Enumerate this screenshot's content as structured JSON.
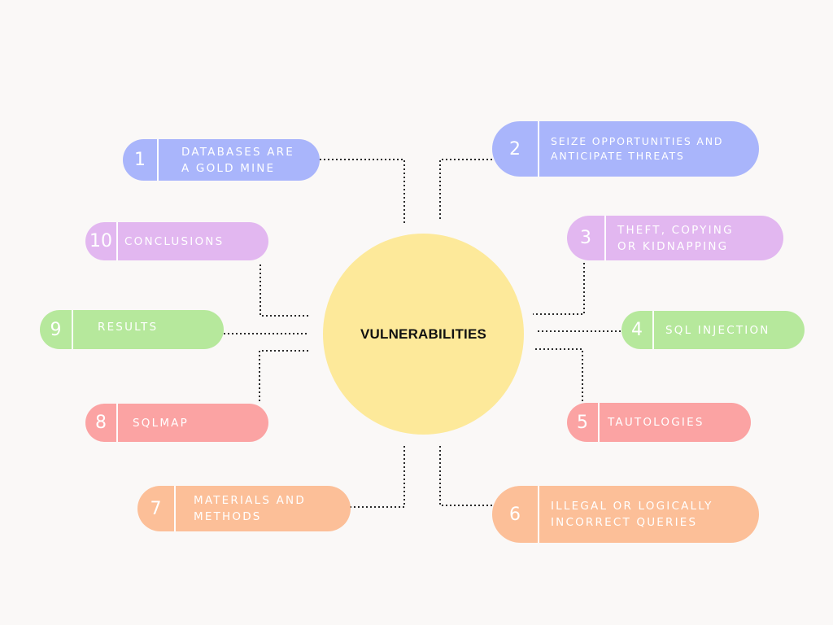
{
  "center": {
    "label": "VULNERABILITIES"
  },
  "colors": {
    "background": "#faf8f7",
    "center": "#fde99a",
    "blue": "#a9b5fb",
    "purple": "#e2b7f0",
    "green": "#b6e89c",
    "red": "#fba3a3",
    "orange": "#fcbf98"
  },
  "items": [
    {
      "number": "1",
      "label": "DATABASES ARE\nA GOLD MINE",
      "color": "blue"
    },
    {
      "number": "2",
      "label": "SEIZE OPPORTUNITIES AND\nANTICIPATE THREATS",
      "color": "blue"
    },
    {
      "number": "3",
      "label": "THEFT, COPYING\nOR KIDNAPPING",
      "color": "purple"
    },
    {
      "number": "4",
      "label": "SQL INJECTION",
      "color": "green"
    },
    {
      "number": "5",
      "label": "TAUTOLOGIES",
      "color": "red"
    },
    {
      "number": "6",
      "label": "ILLEGAL OR LOGICALLY\nINCORRECT QUERIES",
      "color": "orange"
    },
    {
      "number": "7",
      "label": "MATERIALS AND\nMETHODS",
      "color": "orange"
    },
    {
      "number": "8",
      "label": "SQLMAP",
      "color": "red"
    },
    {
      "number": "9",
      "label": "RESULTS",
      "color": "green"
    },
    {
      "number": "10",
      "label": "CONCLUSIONS",
      "color": "purple"
    }
  ]
}
